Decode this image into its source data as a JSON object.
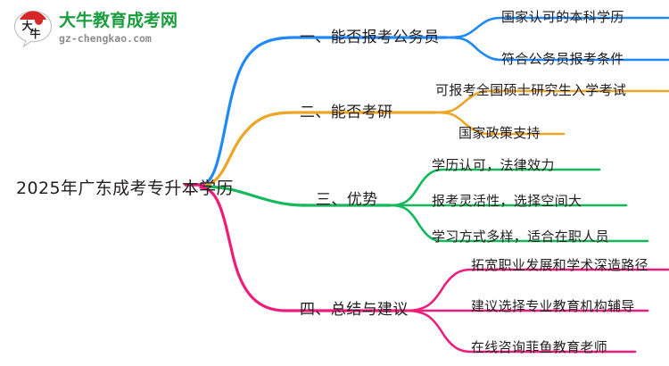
{
  "brand": {
    "mark_text": "大牛",
    "name_cn": "大牛教育成考网",
    "name_en": "gz-chengkao.com",
    "mark_color": "#d62828",
    "name_color": "#1a9d3f",
    "url_color": "#8d8d8d"
  },
  "mindmap": {
    "root": {
      "label": "2025年广东成考专升本学历"
    },
    "branches": [
      {
        "label": "一、能否报考公务员",
        "color": "#2089f5",
        "children": [
          {
            "label": "国家认可的本科学历"
          },
          {
            "label": "符合公务员报考条件"
          }
        ]
      },
      {
        "label": "二、能否考研",
        "color": "#eda526",
        "children": [
          {
            "label": "可报考全国硕士研究生入学考试"
          },
          {
            "label": "国家政策支持"
          }
        ]
      },
      {
        "label": "三、优势",
        "color": "#16b85c",
        "children": [
          {
            "label": "学历认可，法律效力"
          },
          {
            "label": "报考灵活性，选择空间大"
          },
          {
            "label": "学习方式多样，适合在职人员"
          }
        ]
      },
      {
        "label": "四、总结与建议",
        "color": "#ec1e79",
        "children": [
          {
            "label": "拓宽职业发展和学术深造路径"
          },
          {
            "label": "建议选择专业教育机构辅导"
          },
          {
            "label": "在线咨询菲鱼教育老师"
          }
        ]
      }
    ]
  }
}
